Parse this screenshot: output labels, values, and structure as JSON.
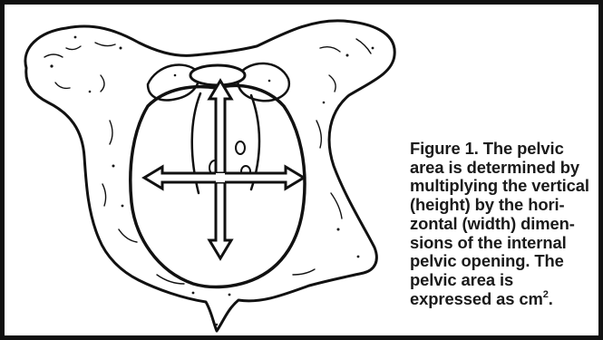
{
  "figure": {
    "caption_lines": [
      "Figure 1. The pelvic",
      "area is determined by",
      "multiplying the vertical",
      "(height) by the hori-",
      "zontal (width) dimen-",
      "sions of the internal",
      "pelvic opening. The",
      "pelvic area is"
    ],
    "caption_last_prefix": "expressed as cm",
    "caption_last_superscript": "2",
    "caption_last_suffix": "."
  }
}
